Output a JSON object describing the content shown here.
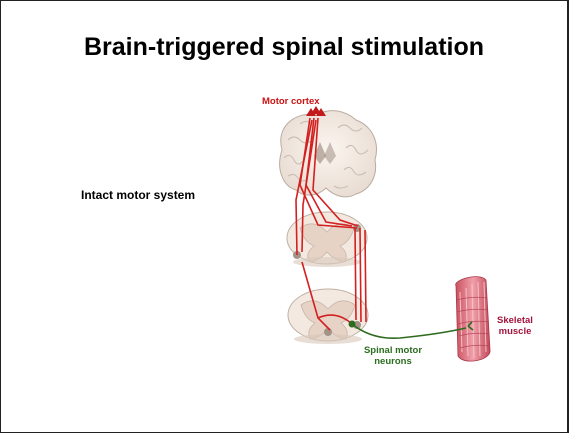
{
  "slide": {
    "title": "Brain-triggered spinal stimulation",
    "side_label": "Intact motor system"
  },
  "labels": {
    "motor_cortex": "Motor cortex",
    "skeletal_muscle": "Skeletal muscle",
    "spinal_motor_neurons": "Spinal motor neurons"
  },
  "colors": {
    "cortex_tract": "#d42020",
    "motor_neuron": "#2e6b1f",
    "muscle": "#d9707f",
    "tissue": "#f6ede6"
  }
}
